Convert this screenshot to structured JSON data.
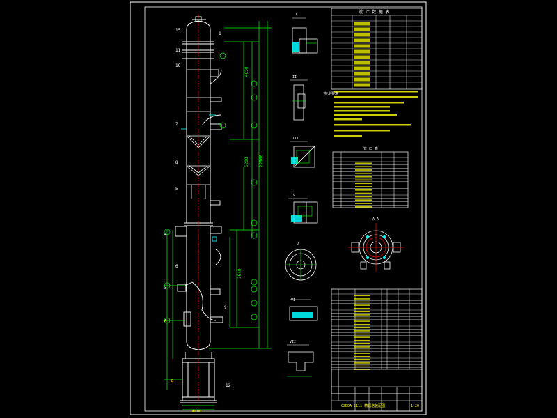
{
  "drawing": {
    "background": "#000000",
    "colors": {
      "frame": "#ffffff",
      "dimension": "#00ff00",
      "yellow": "#ffff00",
      "red": "#ff0000",
      "cyan": "#00ffff",
      "vessel": "#ffffff"
    },
    "title_block": {
      "label": "CZDOA  1111  精馏塔装配图",
      "sheet": "1:20"
    },
    "tables": {
      "technical_table_title": "设 计 数 据 表",
      "parts_table_title": "管 口 表",
      "bom_title": "明 细 表"
    },
    "notes_label": "技术要求",
    "section_labels": [
      "A-A",
      "I",
      "II",
      "III",
      "IV",
      "V",
      "VI",
      "VII"
    ],
    "height_total": "22560"
  }
}
